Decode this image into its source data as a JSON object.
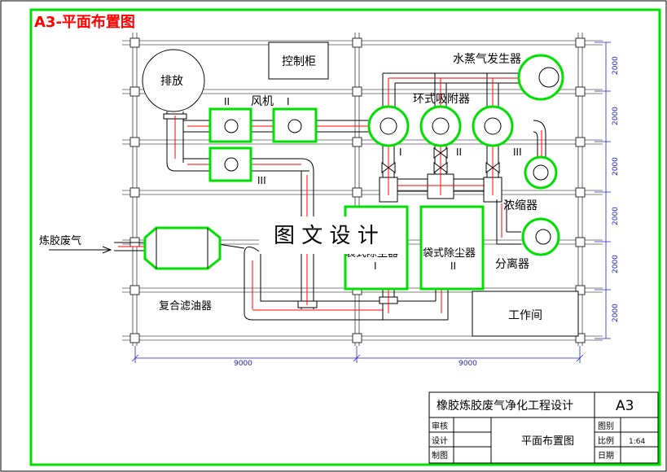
{
  "sheet_title": "A3-平面布置图",
  "watermark": "图 文 设 计",
  "labels": {
    "control_cabinet": "控制柜",
    "exhaust": "排放",
    "fan": "风机",
    "fan_roman_1": "I",
    "fan_roman_2": "II",
    "fan_roman_3": "III",
    "steam_generator": "水蒸气发生器",
    "ring_adsorber": "环式吸附器",
    "adsorber_roman_1": "I",
    "adsorber_roman_2": "II",
    "adsorber_roman_3": "III",
    "condenser": "浓缩器",
    "separator": "分离器",
    "workroom": "工作间",
    "inlet_gas": "炼胶废气",
    "composite_filter": "复合滤油器",
    "bag_filter_1": "袋式除尘器",
    "bag_filter_1_roman": "I",
    "bag_filter_2": "袋式除尘器",
    "bag_filter_2_roman": "II"
  },
  "dimensions": {
    "horizontal": [
      "9000",
      "9000"
    ],
    "vertical": [
      "2000",
      "2000",
      "2000",
      "2000",
      "2000",
      "2000"
    ]
  },
  "title_block": {
    "project": "橡胶炼胶废气净化工程设计",
    "size": "A3",
    "drawing": "平面布置图",
    "review": "审核",
    "design": "设计",
    "draft": "制图",
    "sheet_no_label": "图别",
    "scale_label": "比例",
    "scale_value": "1:64",
    "date_label": "日期"
  },
  "colors": {
    "highlight": "#00e000",
    "title": "#ff0000",
    "pipe_center": "#ff0000",
    "dimension": "#2222cc"
  }
}
